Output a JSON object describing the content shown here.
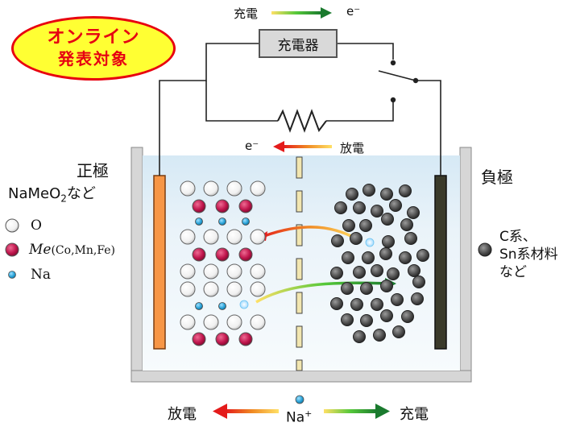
{
  "badge": {
    "line1": "オンライン",
    "line2": "発表対象"
  },
  "charger": {
    "label": "充電器"
  },
  "top_flow": {
    "left": "充電",
    "right": "e⁻"
  },
  "discharge_flow": {
    "left": "e⁻",
    "right": "放電"
  },
  "positive": {
    "title": "正極",
    "material_main": "NaMeO",
    "material_sub": "2",
    "material_tail": "など"
  },
  "negative": {
    "title": "負極"
  },
  "legend": {
    "o_label": "O",
    "me_label_italic": "Me",
    "me_label_rest": "(Co,Mn,Fe)",
    "na_label": "Na",
    "neg_line1": "C系、",
    "neg_line2": "Sn系材料",
    "neg_line3": "など"
  },
  "bottom": {
    "discharge": "放電",
    "ion_main": "Na",
    "ion_sup": "+",
    "charge": "充電"
  },
  "colors": {
    "badge_fill": "#ffff33",
    "badge_border": "#e8000f",
    "badge_text": "#e60012",
    "cathode": "#f79646",
    "anode": "#3a3a2a",
    "me_atom": "#c0164d",
    "na_atom": "#2aa3d8",
    "o_atom": "#ffffff",
    "carbon_atom": "#555555",
    "electrolyte": "#e4f0f8"
  }
}
